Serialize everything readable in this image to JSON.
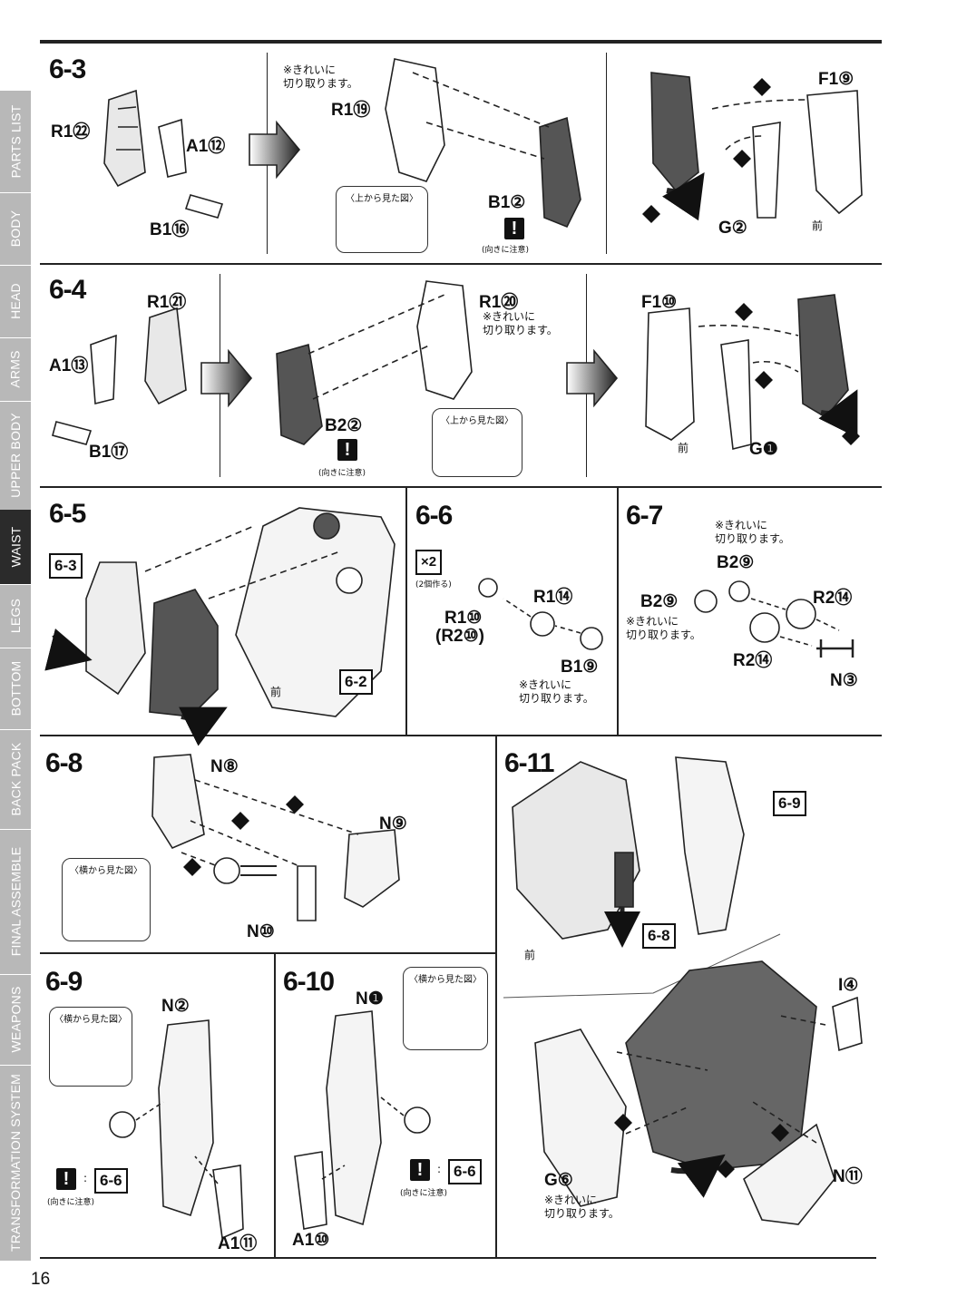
{
  "page_number": "16",
  "sidebar": [
    {
      "label": "PARTS LIST",
      "active": false
    },
    {
      "label": "BODY",
      "active": false
    },
    {
      "label": "HEAD",
      "active": false
    },
    {
      "label": "ARMS",
      "active": false
    },
    {
      "label": "UPPER BODY",
      "active": false
    },
    {
      "label": "WAIST",
      "active": true
    },
    {
      "label": "LEGS",
      "active": false
    },
    {
      "label": "BOTTOM",
      "active": false
    },
    {
      "label": "BACK PACK",
      "active": false
    },
    {
      "label": "FINAL ASSEMBLE",
      "active": false
    },
    {
      "label": "WEAPONS",
      "active": false
    },
    {
      "label": "TRANSFORMATION SYSTEM",
      "active": false
    }
  ],
  "common": {
    "cut_note": "※きれいに\n切り取ります。",
    "top_view": "〈上から見た図〉",
    "side_view": "〈横から見た図〉",
    "orientation": "(向きに注意)",
    "front": "前",
    "make_two": "(2個作る)",
    "x2": "×2"
  },
  "steps": {
    "s63": {
      "num": "6-3",
      "labels": [
        "R1㉒",
        "A1⑫",
        "B1⑯",
        "R1⑲",
        "B1②",
        "F1⑨",
        "G②"
      ]
    },
    "s64": {
      "num": "6-4",
      "labels": [
        "R1㉑",
        "A1⑬",
        "B1⑰",
        "R1⑳",
        "B2②",
        "F1⑩",
        "G❶"
      ]
    },
    "s65": {
      "num": "6-5",
      "refs": [
        "6-3",
        "6-2"
      ]
    },
    "s66": {
      "num": "6-6",
      "labels": [
        "R1⑭",
        "R1⑩",
        "(R2⑩)",
        "B1⑨"
      ]
    },
    "s67": {
      "num": "6-7",
      "labels": [
        "B2⑨",
        "B2⑨",
        "R2⑭",
        "R2⑭",
        "N③"
      ]
    },
    "s68": {
      "num": "6-8",
      "labels": [
        "N⑧",
        "N⑨",
        "N⑩"
      ]
    },
    "s69": {
      "num": "6-9",
      "labels": [
        "N②",
        "A1⑪"
      ],
      "refs": [
        "6-6"
      ]
    },
    "s610": {
      "num": "6-10",
      "labels": [
        "N❶",
        "A1⑩"
      ],
      "refs": [
        "6-6"
      ]
    },
    "s611": {
      "num": "6-11",
      "labels": [
        "I④",
        "N⑪",
        "G⑥"
      ],
      "refs": [
        "6-9",
        "6-8"
      ]
    }
  }
}
